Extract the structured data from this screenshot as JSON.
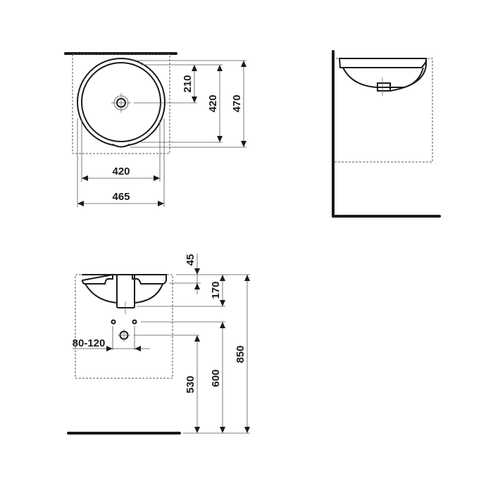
{
  "drawing": {
    "top_view": {
      "dimensions": {
        "drain_offset": "210",
        "inner_depth": "420",
        "outer_depth": "470",
        "inner_width": "420",
        "outer_width": "465"
      }
    },
    "side_view": {},
    "front_view": {
      "dimensions": {
        "rim_thickness": "45",
        "bowl_height": "170",
        "tap_spacing": "80-120",
        "drain_height": "530",
        "tap_height": "600",
        "counter_height": "850"
      }
    }
  },
  "colors": {
    "line": "#1a1a1a",
    "dimension_line": "#555555",
    "background": "#ffffff"
  }
}
